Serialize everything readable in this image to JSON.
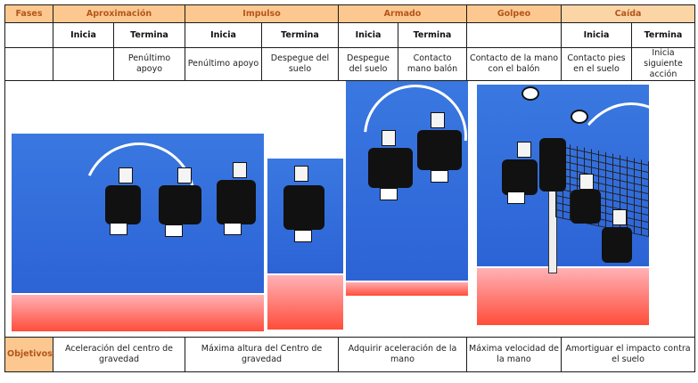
{
  "table": {
    "header": {
      "fases": "Fases",
      "phases": [
        "Aproximación",
        "Impulso",
        "Armado",
        "Golpeo",
        "Caída"
      ]
    },
    "subheader": {
      "aproximacion": {
        "inicia": "Inicia",
        "termina": "Termina"
      },
      "impulso": {
        "inicia": "Inicia",
        "termina": "Termina"
      },
      "armado": {
        "inicia": "Inicia",
        "termina": "Termina"
      },
      "golpeo": "",
      "caida": {
        "inicia": "Inicia",
        "termina": "Termina"
      }
    },
    "descriptions": {
      "aproximacion_inicia": "",
      "aproximacion_termina": "Penúltimo apoyo",
      "impulso_inicia": "Penúltimo apoyo",
      "impulso_termina": "Despegue del suelo",
      "armado_inicia": "Despegue del suelo",
      "armado_termina": "Contacto mano balón",
      "golpeo": "Contacto de la mano con el balón",
      "caida_inicia": "Contacto pies en el suelo",
      "caida_termina": "Inicia siguiente acción"
    },
    "images": [
      {
        "name": "approach-illustration",
        "description": "Three volleyball players running approach"
      },
      {
        "name": "takeoff-illustration",
        "description": "Player at takeoff"
      },
      {
        "name": "armed-illustration",
        "description": "Players jumping, arm cocked"
      },
      {
        "name": "spike-illustration",
        "description": "Player hitting ball over net and landing"
      }
    ],
    "objectives": {
      "label": "Objetivos",
      "aproximacion": "Aceleración del centro de gravedad",
      "impulso": "Máxima altura del Centro de gravedad",
      "armado": "Adquirir aceleración de la mano",
      "golpeo": "Máxima velocidad de la mano",
      "caida": "Amortiguar el impacto contra el suelo"
    },
    "colors": {
      "header_bg": "#fcc88f",
      "header_text": "#b3561c",
      "sky": "#2c63d6",
      "floor": "#ff4d3a"
    }
  }
}
